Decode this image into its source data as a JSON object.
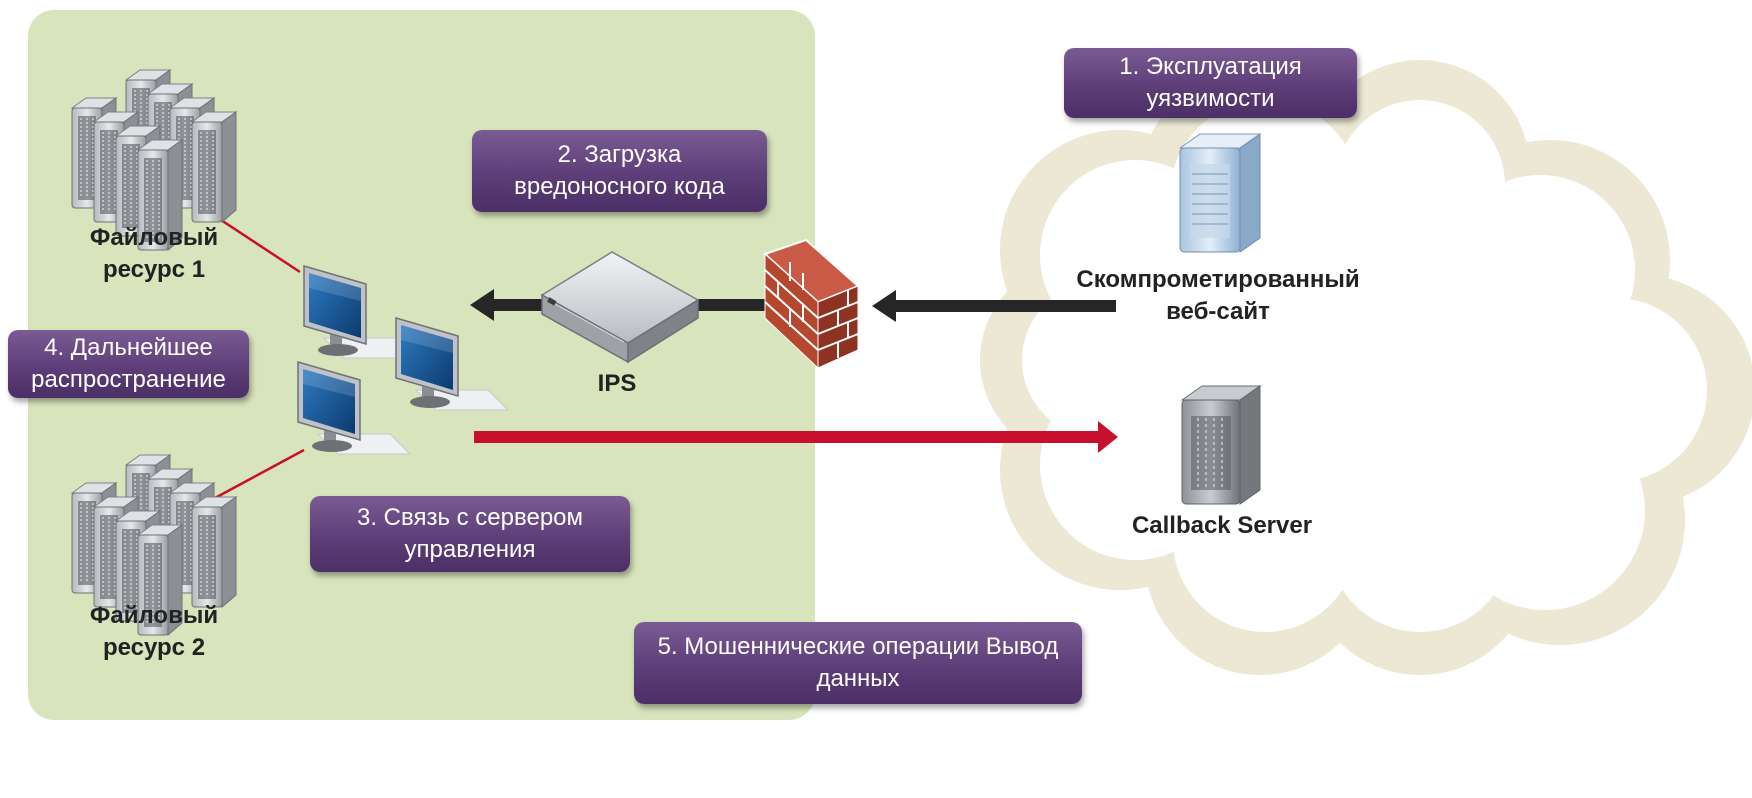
{
  "steps": {
    "step1": "1. Эксплуатация уязвимости",
    "step2": "2. Загрузка вредоносного кода",
    "step3": "3. Связь с сервером управления",
    "step4": "4. Дальнейшее распространение",
    "step5": "5. Мошеннические операции Вывод данных"
  },
  "labels": {
    "file_resource_1_line1": "Файловый",
    "file_resource_1_line2": "ресурс 1",
    "file_resource_2_line1": "Файловый",
    "file_resource_2_line2": "ресурс 2",
    "ips": "IPS",
    "compromised_site_line1": "Скомпрометированный",
    "compromised_site_line2": "веб-сайт",
    "callback_server": "Callback Server"
  },
  "colors": {
    "internal_zone": "#d8e4bc",
    "cloud": "#ece8d4",
    "step_box": "#5d3e78",
    "callback_arrow": "#c8102e",
    "download_arrow": "#262626",
    "lateral_line": "#c8102e"
  },
  "icons": [
    "server-cluster-icon",
    "monitor-icon",
    "ips-appliance-icon",
    "firewall-icon",
    "web-server-icon",
    "callback-server-icon"
  ]
}
